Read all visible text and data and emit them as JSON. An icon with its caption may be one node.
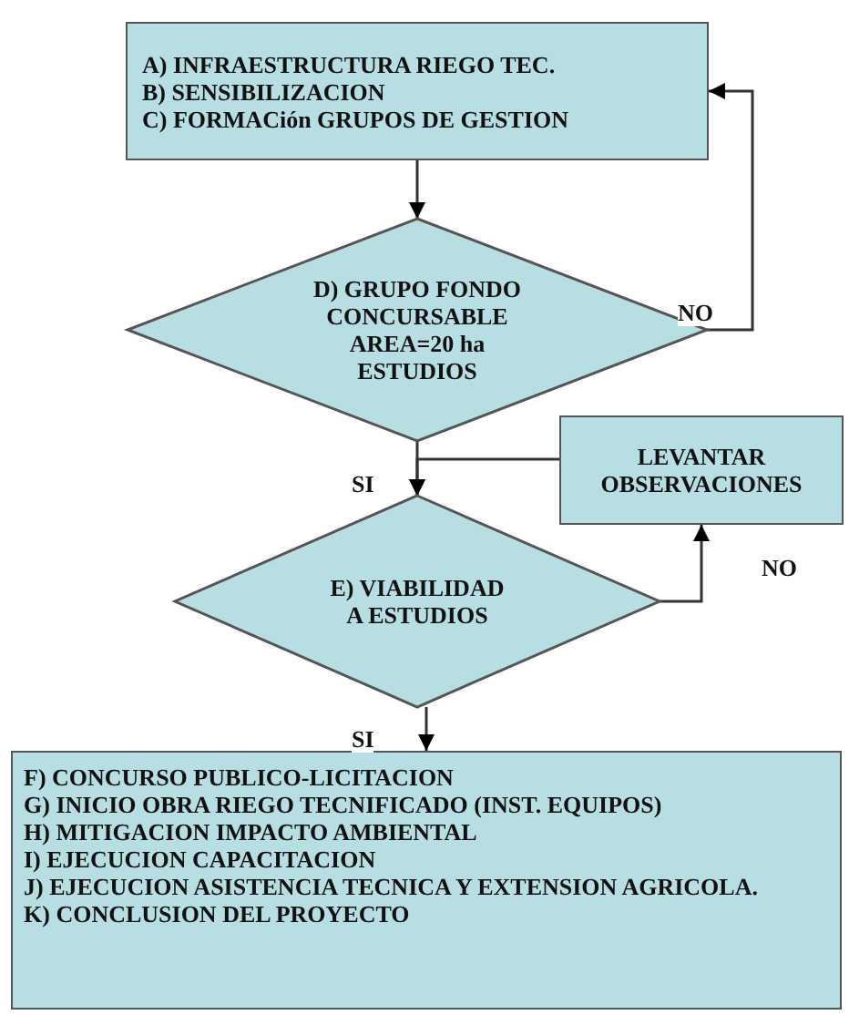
{
  "diagram": {
    "nodes": [
      {
        "text": [
          "A) INFRAESTRUCTURA RIEGO TEC.",
          "B) SENSIBILIZACION",
          "C) FORMACión GRUPOS DE GESTION"
        ]
      },
      {
        "text": [
          "D) GRUPO FONDO CONCURSABLE AREA=20 ha ESTUDIOS"
        ]
      },
      {
        "text": [
          "LEVANTAR OBSERVACIONES"
        ]
      },
      {
        "text": [
          "E) VIABILIDAD A ESTUDIOS"
        ]
      },
      {
        "text": [
          "F) CONCURSO PUBLICO-LICITACION",
          "G) INICIO OBRA RIEGO TECNIFICADO (INST. EQUIPOS)",
          "H) MITIGACION IMPACTO AMBIENTAL",
          "I) EJECUCION CAPACITACION",
          "J) EJECUCION ASISTENCIA TECNICA Y EXTENSION AGRICOLA.",
          "K) CONCLUSION DEL PROYECTO"
        ]
      }
    ],
    "edges": [
      {
        "from": 0,
        "to": 1,
        "arrow": "to"
      },
      {
        "from": 1,
        "to": 0,
        "arrow": "to",
        "label": "NO"
      },
      {
        "from": 1,
        "to": 3,
        "arrow": "to",
        "label": "SI"
      },
      {
        "from": 2,
        "to": 3,
        "arrow": "to"
      },
      {
        "from": 3,
        "to": 2,
        "arrow": "to",
        "label": "NO"
      },
      {
        "from": 3,
        "to": 4,
        "arrow": "to",
        "label": "SI"
      }
    ]
  }
}
